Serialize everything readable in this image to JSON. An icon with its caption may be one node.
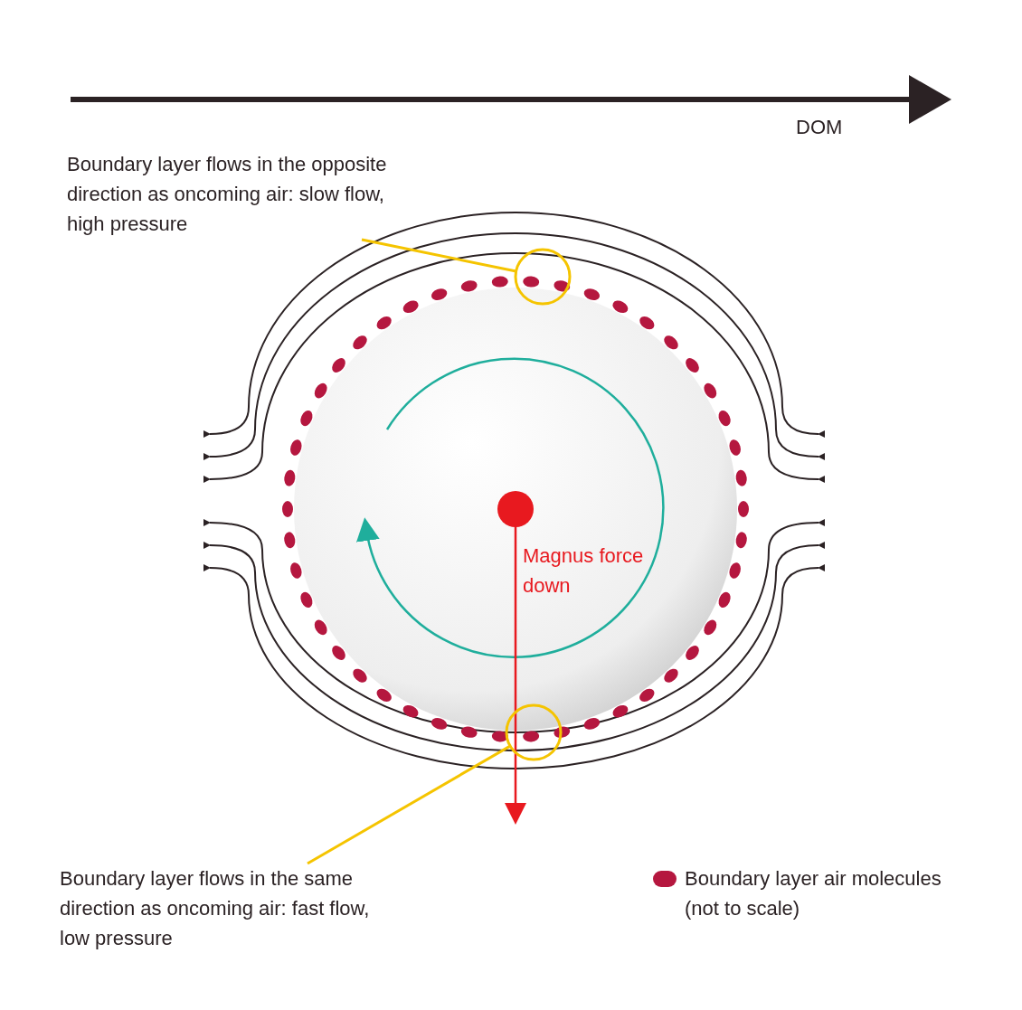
{
  "diagram": {
    "nodes": [
      {
        "text": [
          "Boundary layer flows in the opposite direction as oncoming air: slow flow, high pressure"
        ]
      },
      {
        "text": [],
        "shape": "circle"
      },
      {
        "text": [
          "Boundary layer flows in the same direction as oncoming air: fast flow, low pressure"
        ]
      },
      {
        "text": [],
        "shape": "circle"
      }
    ],
    "edges": [
      {
        "from": 0,
        "to": 1,
        "arrow": "none"
      },
      {
        "from": 2,
        "to": 3,
        "arrow": "none"
      }
    ],
    "labels": [
      "DOM",
      "Magnus force down"
    ],
    "legend": [
      {
        "text": "Boundary layer air molecules (not to scale)",
        "color": "#b5173f"
      }
    ]
  }
}
